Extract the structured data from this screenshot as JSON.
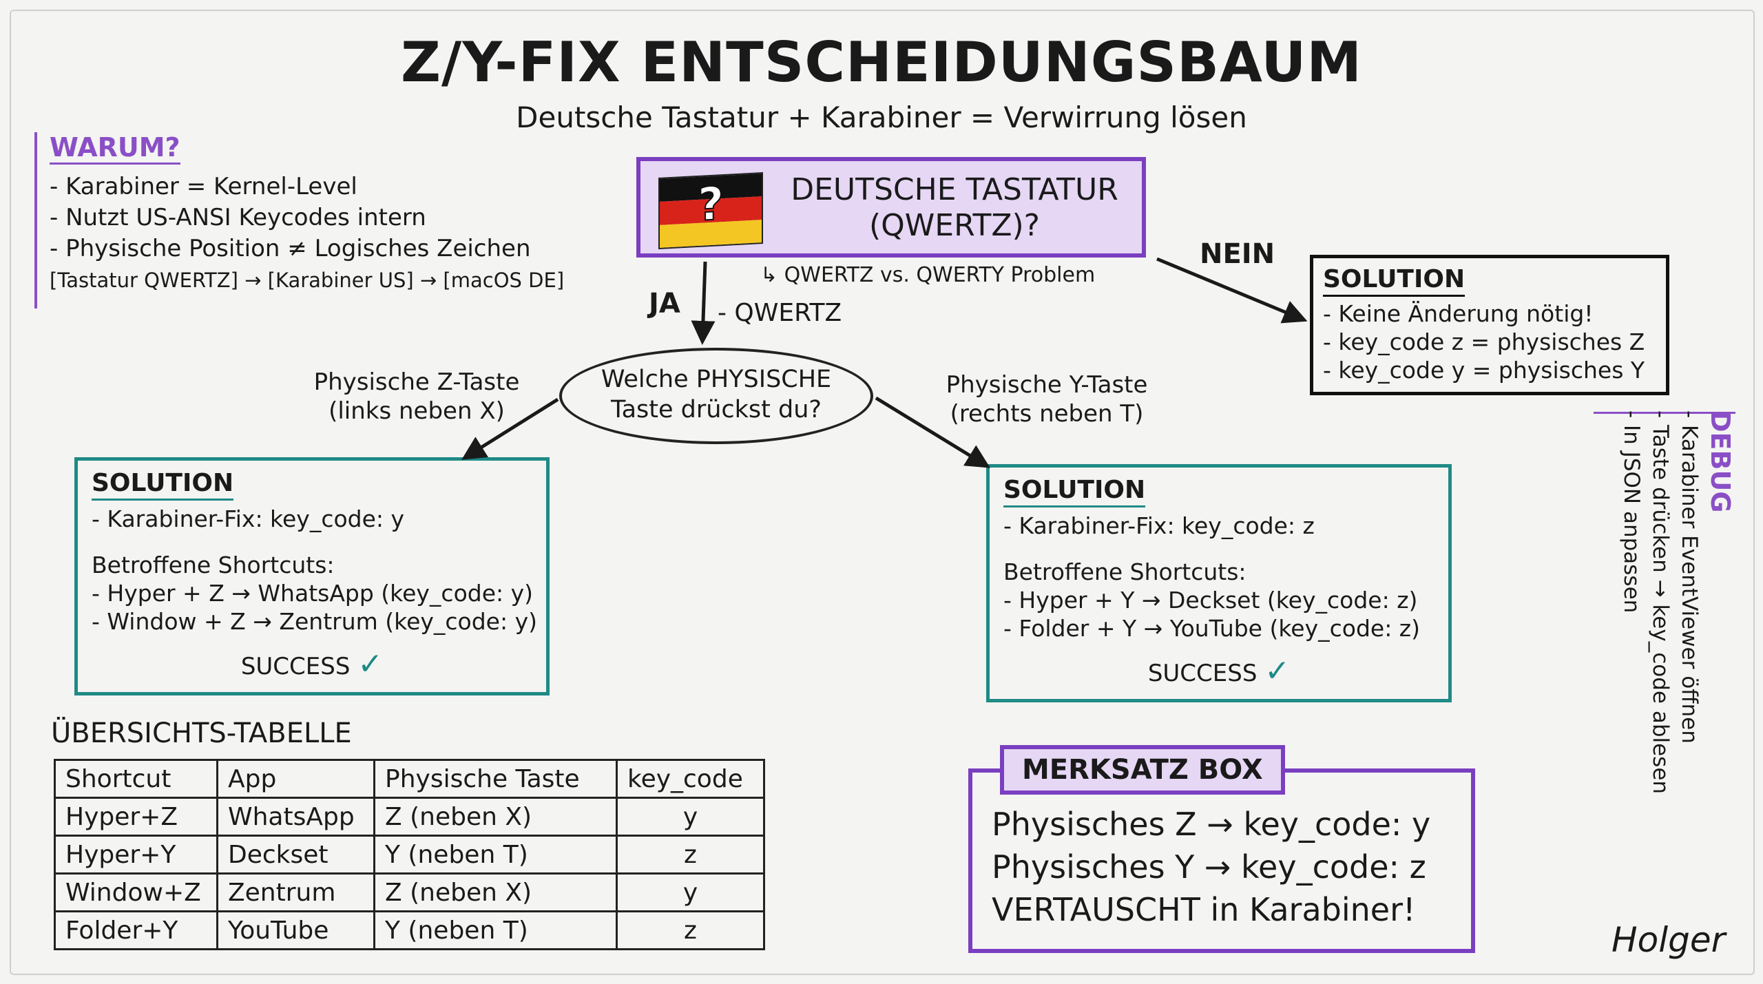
{
  "title": "Z/Y-FIX ENTSCHEIDUNGSBAUM",
  "subtitle": "Deutsche Tastatur + Karabiner = Verwirrung lösen",
  "warum": {
    "heading": "WARUM?",
    "items": [
      "- Karabiner = Kernel-Level",
      "- Nutzt US-ANSI Keycodes intern",
      "- Physische Position ≠ Logisches Zeichen"
    ],
    "flow": "[Tastatur QWERTZ] → [Karabiner US] → [macOS DE]"
  },
  "decision": {
    "question_line1": "DEUTSCHE TASTATUR",
    "question_line2": "(QWERTZ)?",
    "note": "↳ QWERTZ vs. QWERTY Problem",
    "flag_symbol": "?",
    "flag_colors": [
      "#111111",
      "#d8231a",
      "#f3c623"
    ]
  },
  "branches": {
    "ja": "JA",
    "ja_note": "- QWERTZ",
    "nein": "NEIN"
  },
  "solution_nein": {
    "heading": "SOLUTION",
    "items": [
      "- Keine Änderung nötig!",
      "- key_code z = physisches Z",
      "- key_code y = physisches Y"
    ]
  },
  "ellipse": {
    "line1": "Welche PHYSISCHE",
    "line2": "Taste drückst du?"
  },
  "left_branch": {
    "line1": "Physische Z-Taste",
    "line2": "(links neben X)"
  },
  "right_branch": {
    "line1": "Physische Y-Taste",
    "line2": "(rechts neben T)"
  },
  "solution_left": {
    "heading": "SOLUTION",
    "fix": "- Karabiner-Fix: key_code: y",
    "shortcuts_heading": "Betroffene Shortcuts:",
    "items": [
      "- Hyper + Z → WhatsApp (key_code: y)",
      "- Window + Z → Zentrum (key_code: y)"
    ],
    "success": "SUCCESS",
    "check": "✓"
  },
  "solution_right": {
    "heading": "SOLUTION",
    "fix": "- Karabiner-Fix: key_code: z",
    "shortcuts_heading": "Betroffene Shortcuts:",
    "items": [
      "- Hyper + Y → Deckset (key_code: z)",
      "- Folder + Y → YouTube (key_code: z)"
    ],
    "success": "SUCCESS",
    "check": "✓"
  },
  "debug": {
    "heading": "DEBUG",
    "items": [
      "- Karabiner EventViewer öffnen",
      "- Taste drücken → key_code ablesen",
      "- In JSON anpassen"
    ]
  },
  "table": {
    "title": "ÜBERSICHTS-TABELLE",
    "headers": [
      "Shortcut",
      "App",
      "Physische Taste",
      "key_code"
    ],
    "rows": [
      [
        "Hyper+Z",
        "WhatsApp",
        "Z (neben X)",
        "y"
      ],
      [
        "Hyper+Y",
        "Deckset",
        "Y (neben T)",
        "z"
      ],
      [
        "Window+Z",
        "Zentrum",
        "Z (neben X)",
        "y"
      ],
      [
        "Folder+Y",
        "YouTube",
        "Y (neben T)",
        "z"
      ]
    ]
  },
  "merksatz": {
    "tag": "MERKSATZ BOX",
    "lines": [
      "Physisches Z → key_code: y",
      "Physisches Y → key_code: z",
      "VERTAUSCHT in Karabiner!"
    ]
  },
  "signature": "Holger",
  "colors": {
    "purple": "#7a3fc0",
    "purple_fill": "#e6d7f5",
    "teal": "#1f8a86",
    "ink": "#1a1a1a"
  }
}
